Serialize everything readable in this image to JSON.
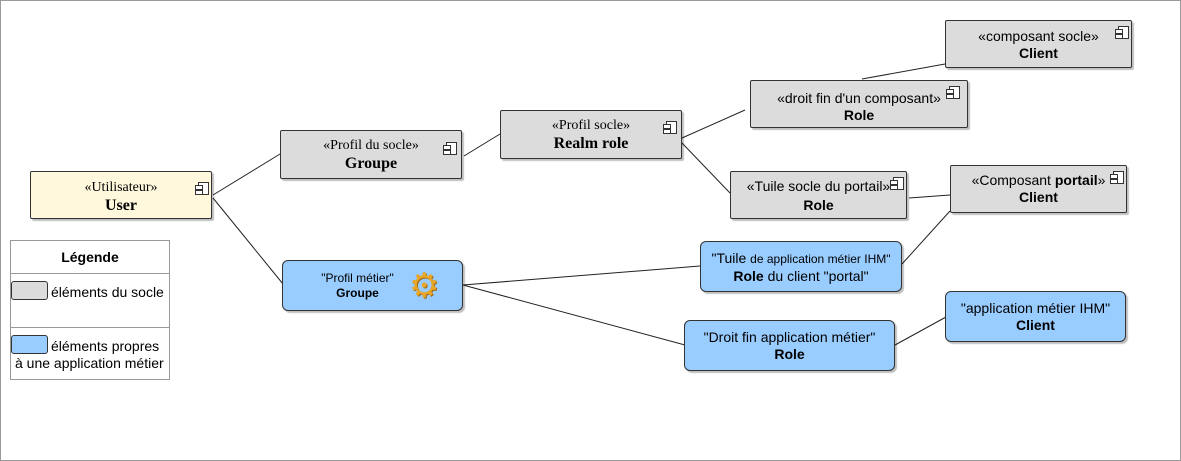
{
  "legend": {
    "title": "Légende",
    "items": [
      {
        "text": "éléments du socle",
        "color": "#dcdcdc"
      },
      {
        "text": "éléments propres à une application métier",
        "color": "#99ccff"
      }
    ]
  },
  "nodes": {
    "user": {
      "stereotype": "«Utilisateur»",
      "name": "User"
    },
    "groupe_socle": {
      "stereotype": "«Profil du socle»",
      "name": "Groupe"
    },
    "realm_role": {
      "stereotype": "«Profil socle»",
      "name": "Realm role"
    },
    "groupe_metier": {
      "stereotype": "\"Profil métier\"",
      "name": "Groupe"
    },
    "client_socle": {
      "stereotype": "«composant socle»",
      "name": "Client"
    },
    "role_droit_fin": {
      "stereotype": "«droit fin d'un composant»",
      "name": "Role"
    },
    "role_tuile_socle": {
      "stereotype": "«Tuile socle du portail»",
      "name": "Role"
    },
    "client_portail": {
      "stereotype_prefix": "«Composant ",
      "stereotype_bold": "portail",
      "stereotype_suffix": "»",
      "name": "Client"
    },
    "tuile_app": {
      "line1_a": "\"Tuile ",
      "line1_b": "de application métier IHM\"",
      "line2_bold": "Role",
      "line2_rest": " du client \"portal\""
    },
    "droit_fin_app": {
      "stereotype": "\"Droit fin application métier\"",
      "name": "Role"
    },
    "client_app": {
      "stereotype": "\"application métier IHM\"",
      "name": "Client"
    }
  },
  "colors": {
    "socle": "#dcdcdc",
    "metier": "#99ccff",
    "utilisateur": "#fff8dc"
  }
}
